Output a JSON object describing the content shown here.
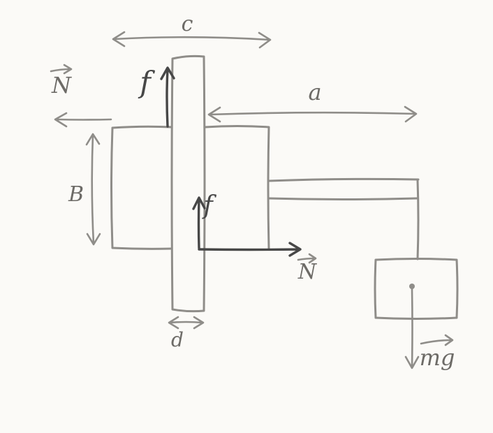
{
  "labels": {
    "c": "c",
    "n_left": "N",
    "f_top": "f",
    "a": "a",
    "b": "B",
    "f_mid": "f",
    "n_right": "N",
    "d": "d",
    "mg": "mg"
  },
  "colors": {
    "ink": "#8f8d89",
    "ink_dark": "#474747",
    "label": "#6d6b67",
    "paper": "#fbfaf7"
  }
}
